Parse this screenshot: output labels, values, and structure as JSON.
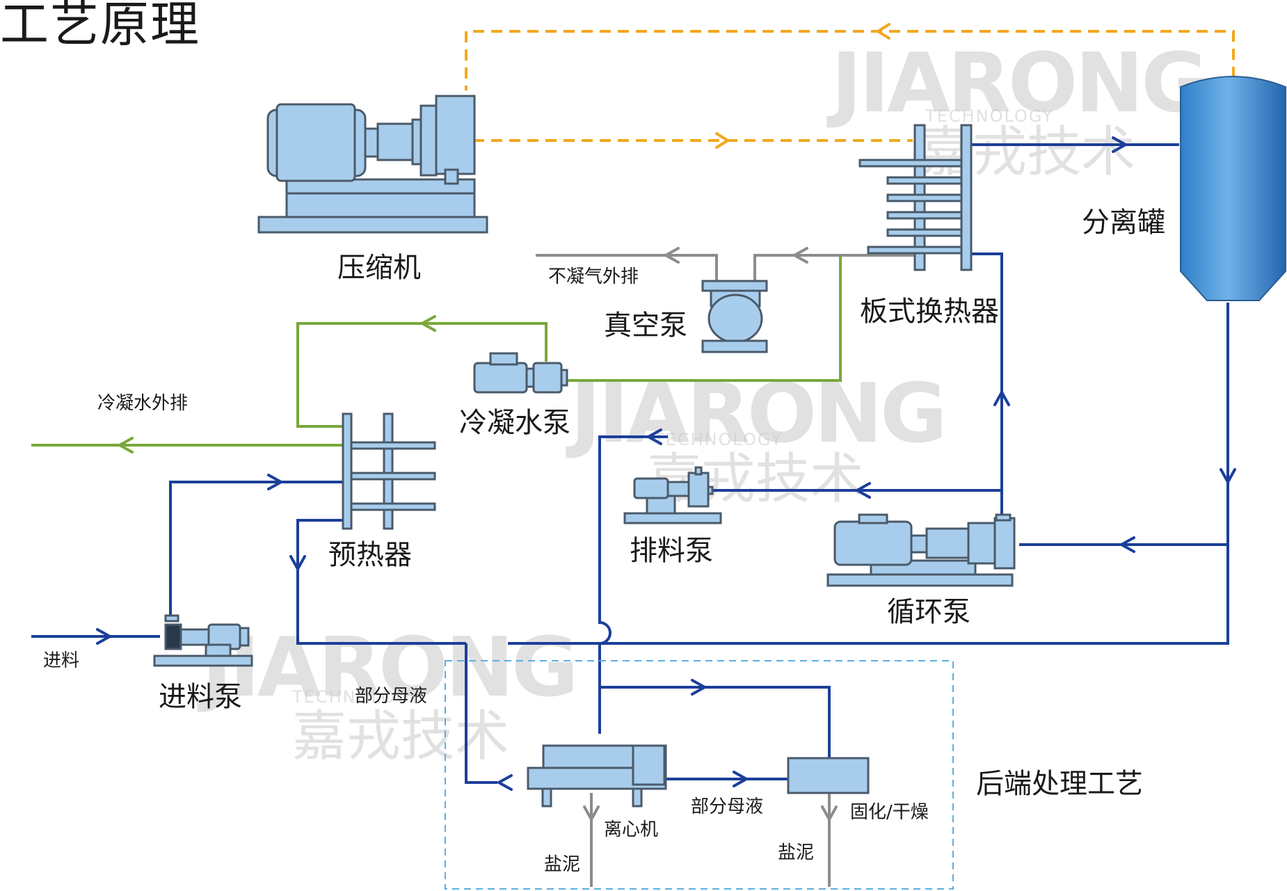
{
  "title": "工艺原理",
  "equipment": {
    "compressor": "压缩机",
    "separator": "分离罐",
    "plate_exchanger": "板式换热器",
    "vacuum_pump": "真空泵",
    "condensate_pump": "冷凝水泵",
    "preheater": "预热器",
    "discharge_pump": "排料泵",
    "circulation_pump": "循环泵",
    "feed_pump": "进料泵",
    "centrifuge": "离心机",
    "solidify_dry": "固化/干燥"
  },
  "streams": {
    "non_condensable": "不凝气外排",
    "condensate_out": "冷凝水外排",
    "feed": "进料",
    "partial_mother_liquor_1": "部分母液",
    "partial_mother_liquor_2": "部分母液",
    "salt_mud_1": "盐泥",
    "salt_mud_2": "盐泥"
  },
  "backend_section": "后端处理工艺",
  "watermark": {
    "en": "JIARONG",
    "sub": "TECHNOLOGY",
    "cn": "嘉戎技术"
  },
  "colors": {
    "material": "#1b3f9a",
    "steam": "#f2a81d",
    "condensate": "#78a83a",
    "gas": "#8c8c8c",
    "equipment_fill": "#a8cdec",
    "equipment_stroke": "#4a5a6a",
    "backend_box": "#5aaee0"
  }
}
